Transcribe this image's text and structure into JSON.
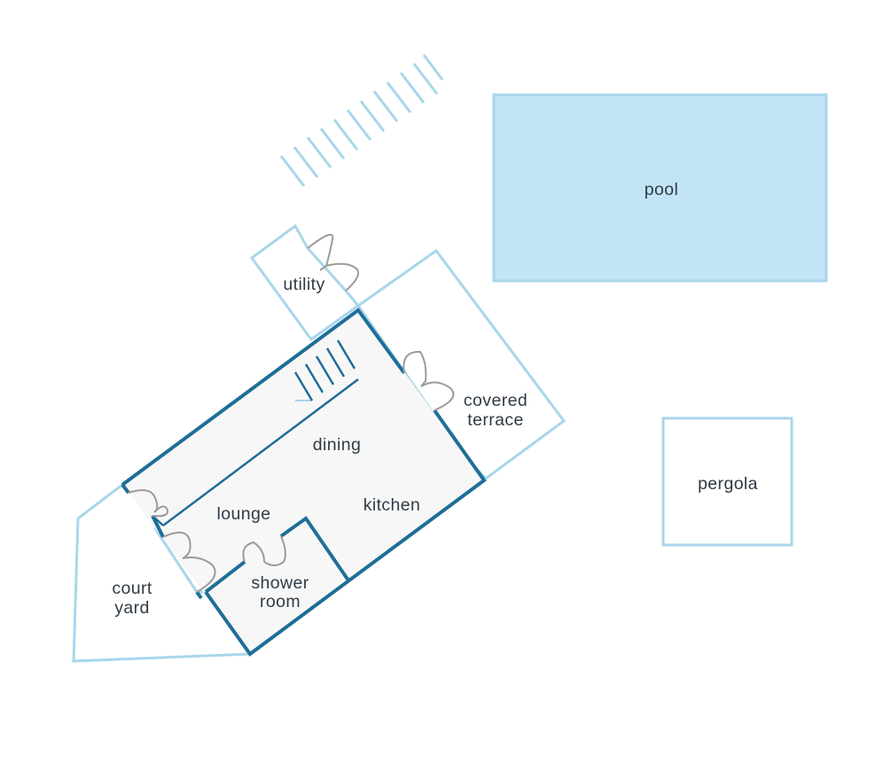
{
  "labels": {
    "pool": "pool",
    "pergola": "pergola",
    "utility": "utility",
    "covered_terrace": [
      "covered",
      "terrace"
    ],
    "dining": "dining",
    "lounge": "lounge",
    "kitchen": "kitchen",
    "shower_room": [
      "shower",
      "room"
    ],
    "court_yard": [
      "court",
      "yard"
    ]
  },
  "colors": {
    "light_outline": "#a8d6ea",
    "pool_fill": "#c2e4f6",
    "wall": "#1f6e98",
    "interior_fill": "#f7f7f7",
    "door": "#9b9b9b",
    "text": "#2f3b45"
  }
}
